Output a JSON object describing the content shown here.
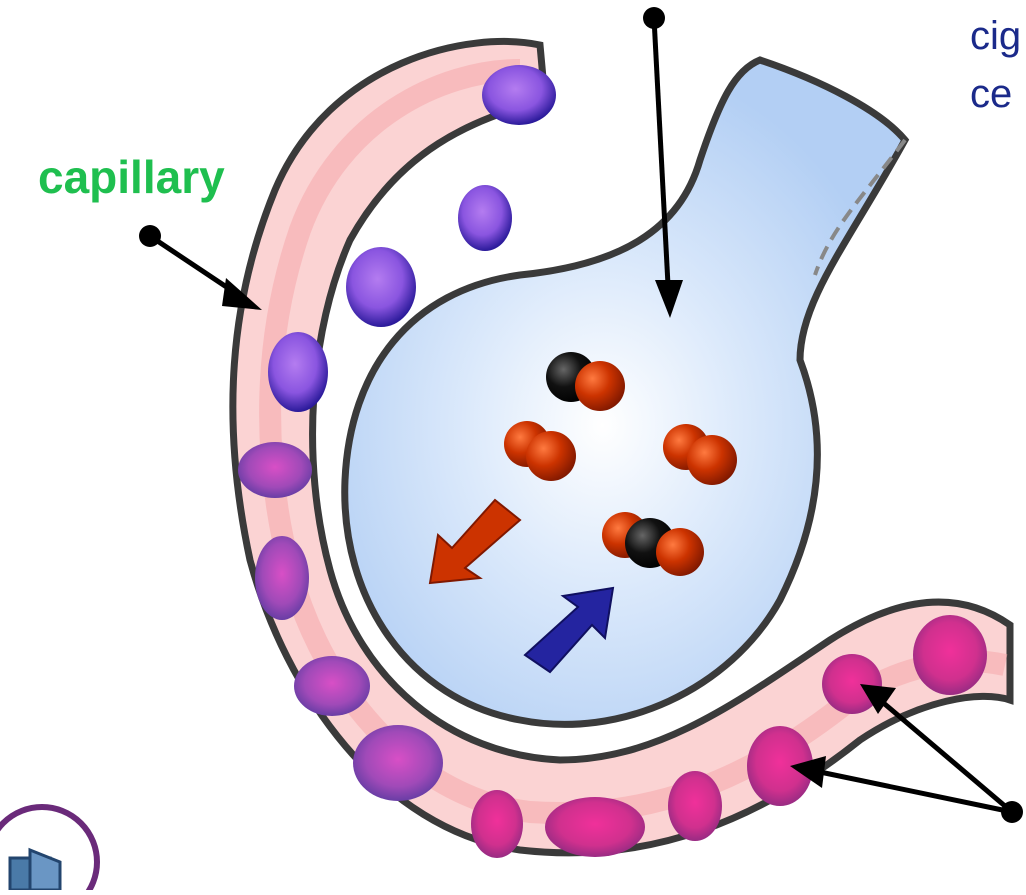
{
  "labels": {
    "capillary": "capillary",
    "top_right_line1": "cig",
    "top_right_line2": "ce"
  },
  "colors": {
    "label_green": "#1fbf4f",
    "label_blue": "#1b2a8a",
    "alveolus_fill": "#b7d3f5",
    "capillary_fill": "#fbd5d5",
    "oxygen": "#cc3300",
    "carbon": "#111111",
    "arrow_oxygen": "#cc3300",
    "arrow_co2": "#22229a"
  },
  "icons": [
    "logo-icon"
  ]
}
